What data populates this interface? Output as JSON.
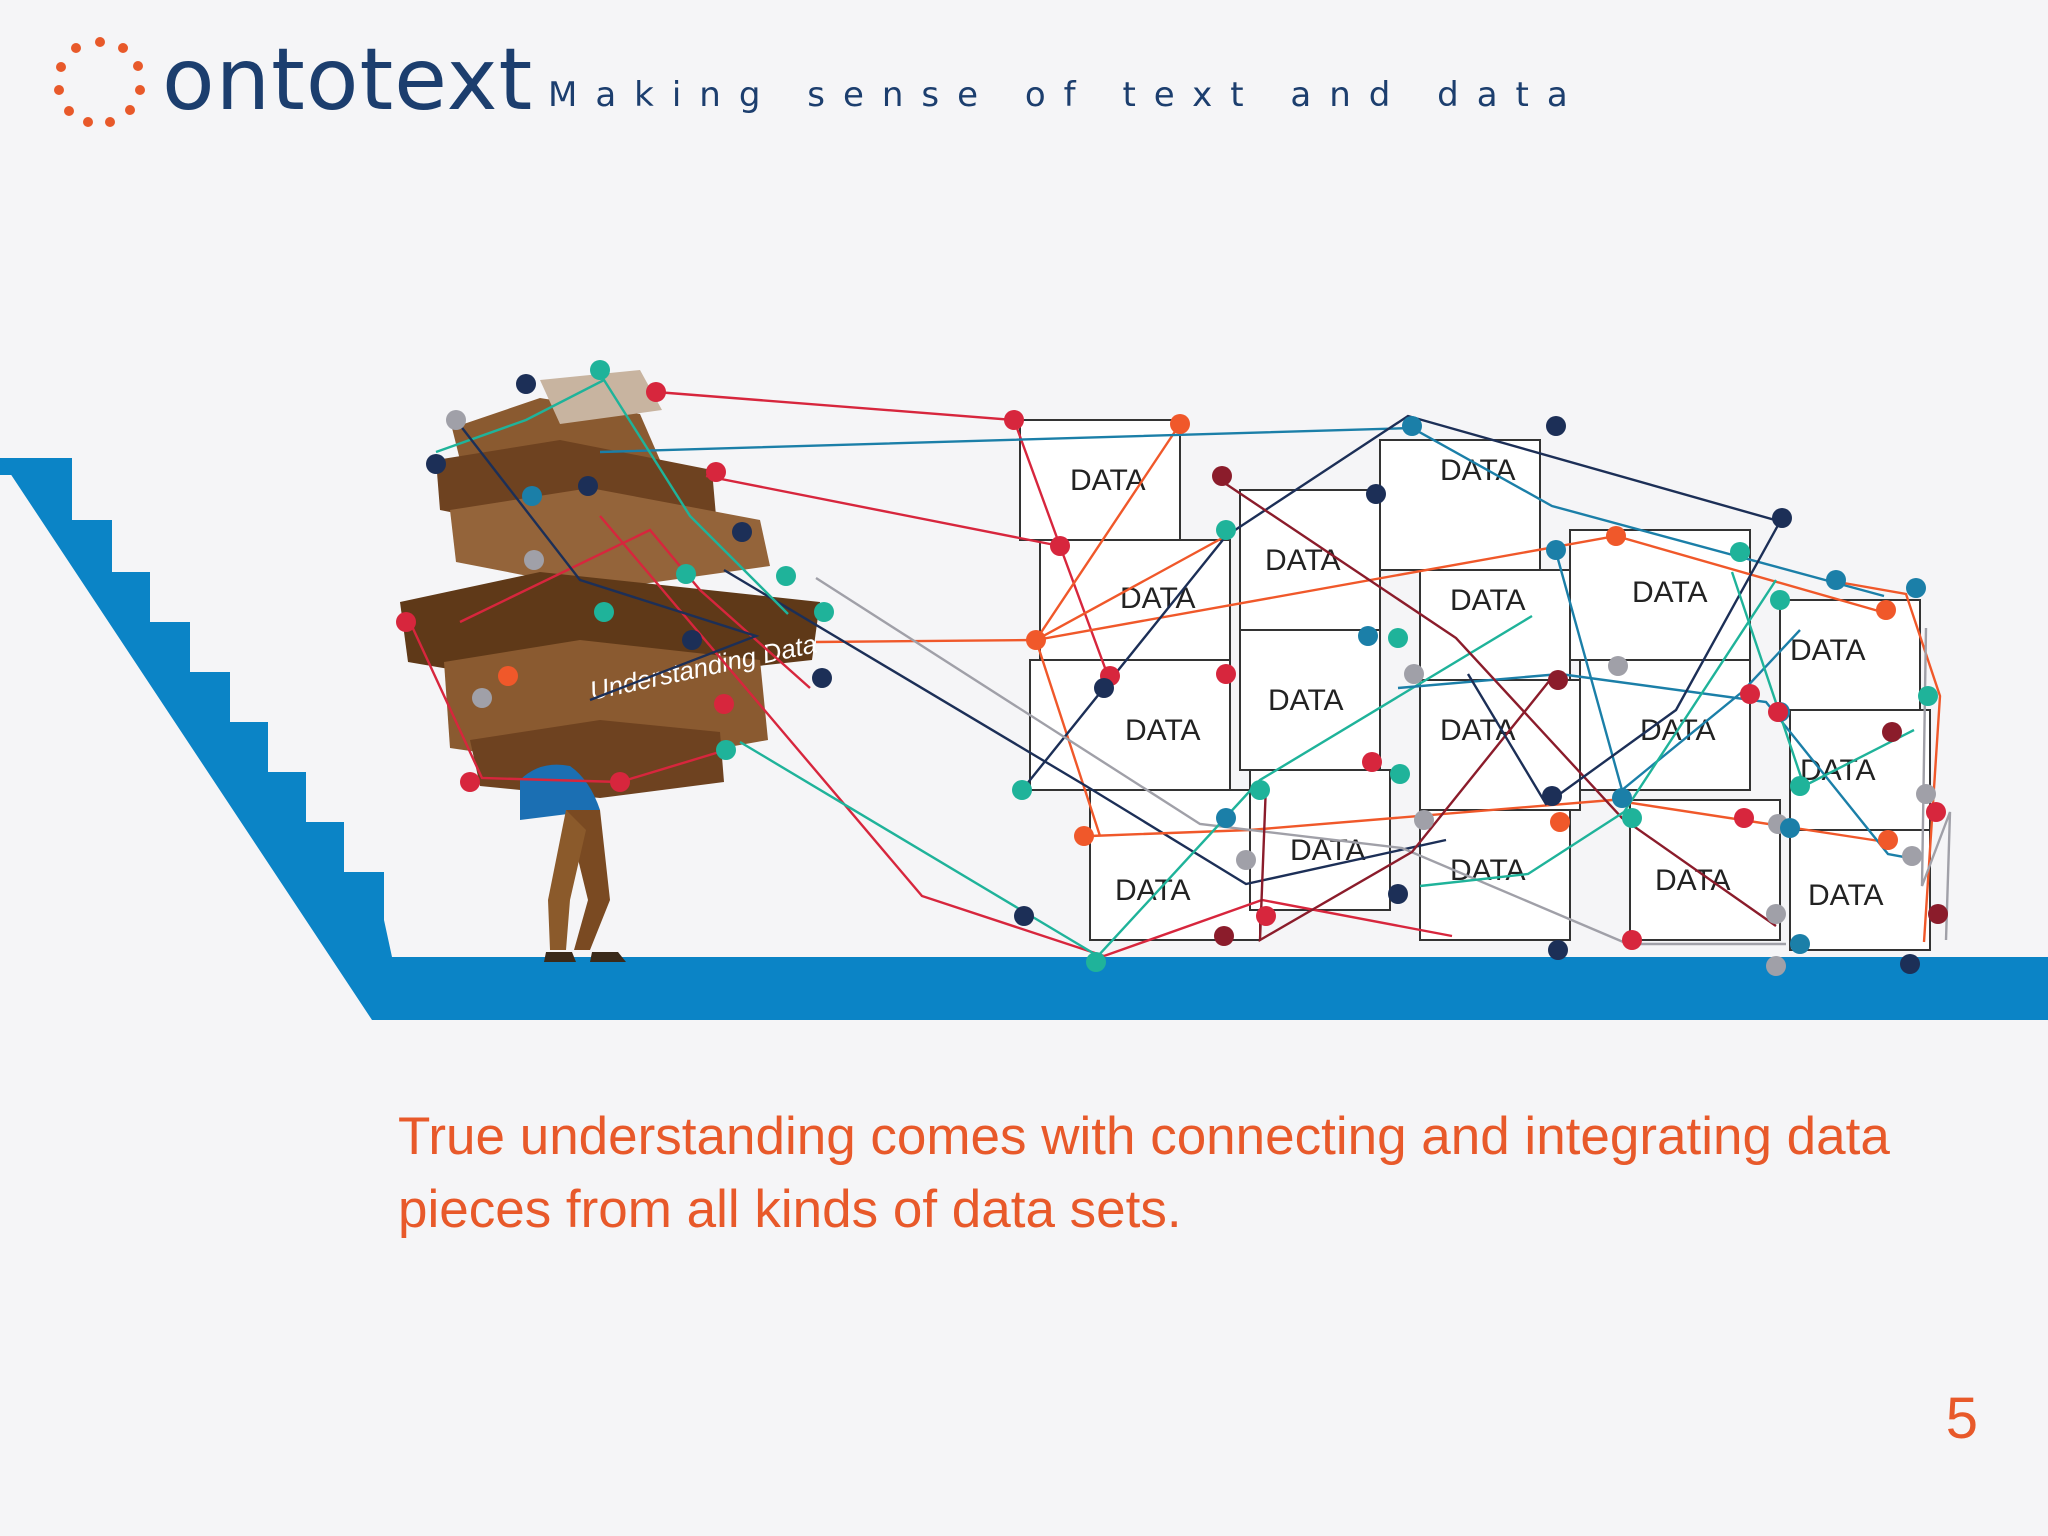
{
  "header": {
    "logo_text": "ontotext",
    "tagline": "Making sense of text and data"
  },
  "illustration": {
    "box_label": "Understanding Data",
    "block_label": "DATA"
  },
  "caption": "True understanding comes with connecting and integrating data pieces from all kinds of data sets.",
  "page_number": "5",
  "colors": {
    "brand_orange": "#e8592a",
    "brand_navy": "#1c3e6e",
    "stair_blue": "#0b84c6",
    "box_brown": "#7a4a22",
    "node_red": "#d7263d",
    "node_teal": "#1fb39a",
    "node_navy": "#1c2f57",
    "node_blue": "#1b7fa8",
    "node_grey": "#a0a0a8",
    "node_orange": "#f0582a",
    "node_maroon": "#8b1c2b"
  }
}
